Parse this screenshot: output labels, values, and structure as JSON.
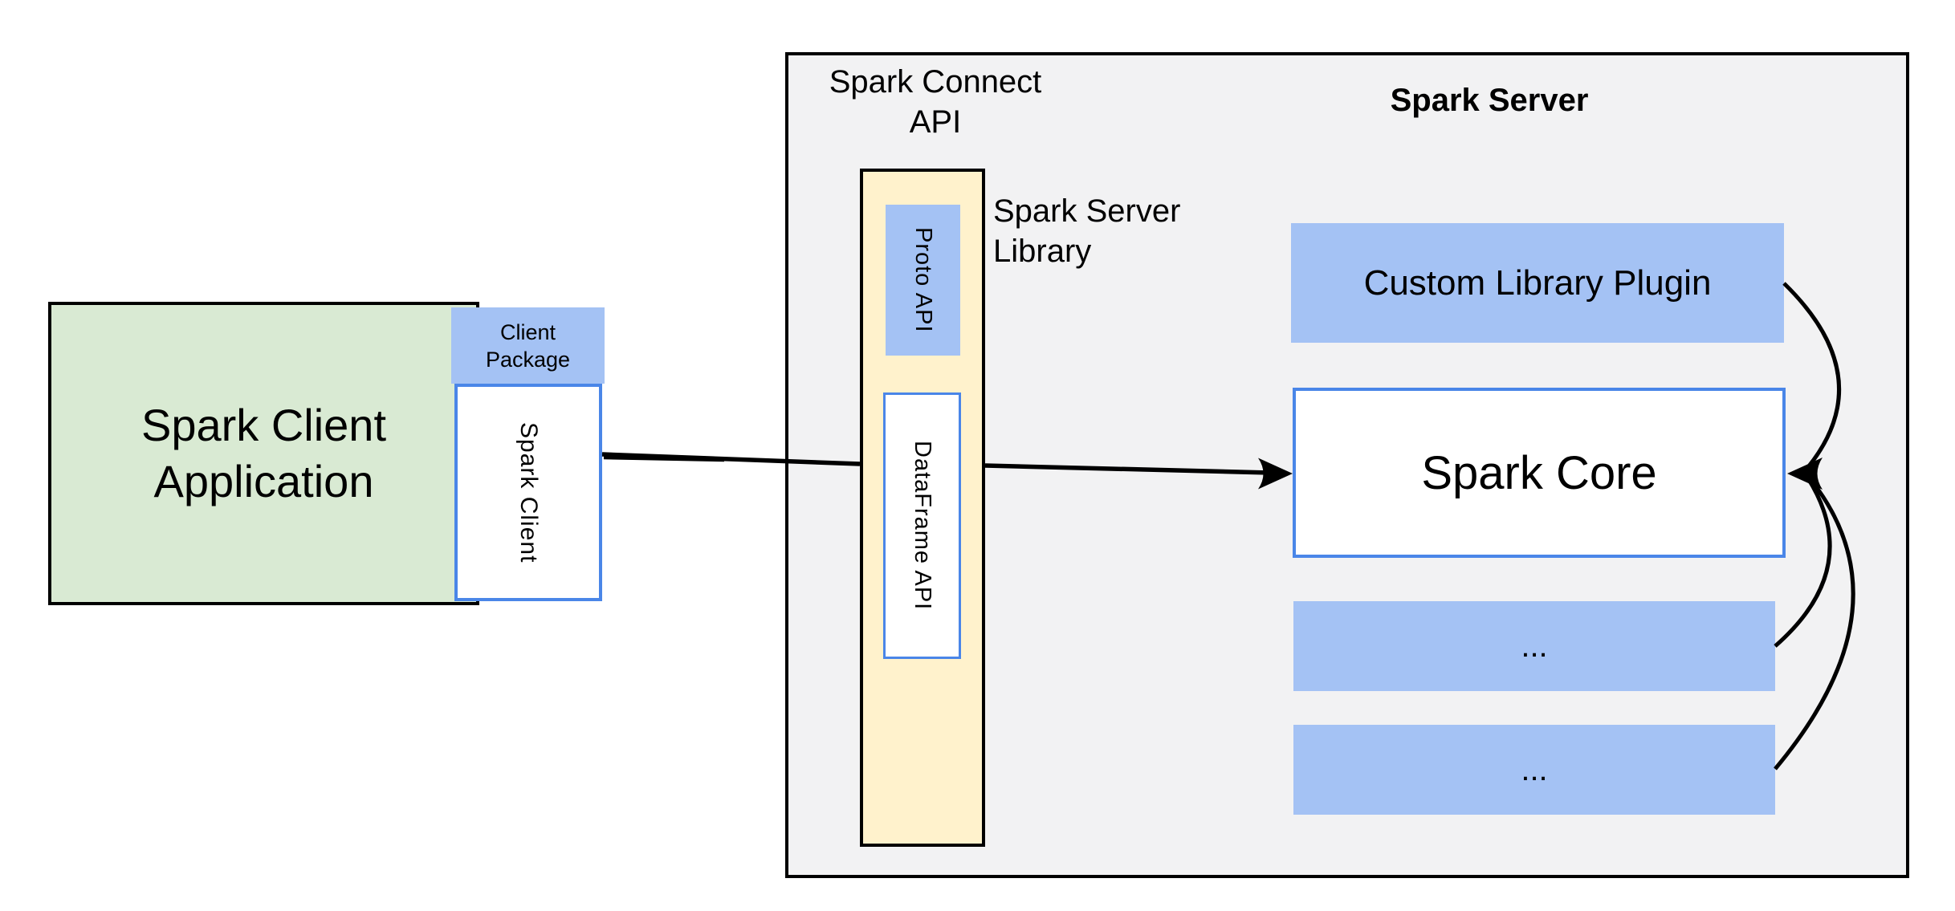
{
  "diagram": {
    "client_application": {
      "lines": [
        "Spark Client",
        "Application"
      ]
    },
    "client_package": {
      "lines": [
        "Client",
        "Package"
      ]
    },
    "spark_client": {
      "label": "Spark Client"
    },
    "spark_connect_api": {
      "lines": [
        "Spark Connect",
        "API"
      ]
    },
    "spark_server_title": "Spark Server",
    "spark_server_library": {
      "lines": [
        "Spark Server",
        "Library"
      ]
    },
    "proto_api": "Proto API",
    "dataframe_api": "DataFrame API",
    "custom_library_plugin": "Custom Library Plugin",
    "spark_core": "Spark Core",
    "ellipsis_box_1": "...",
    "ellipsis_box_2": "...",
    "colors": {
      "client_app_fill": "#d9ead3",
      "accent_blue_fill": "#a4c2f4",
      "library_fill": "#fff2cc",
      "server_panel_fill": "#f2f2f3",
      "blue_border": "#4a86e8",
      "outline": "#000000"
    }
  }
}
